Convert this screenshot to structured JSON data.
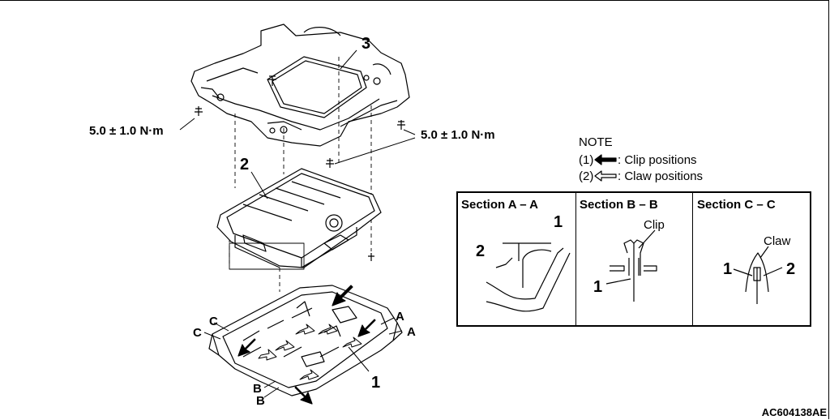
{
  "torque": {
    "left": "5.0 ± 1.0 N·m",
    "right": "5.0 ± 1.0 N·m"
  },
  "parts": {
    "p1": "1",
    "p2": "2",
    "p3": "3"
  },
  "section_marks": {
    "a1": "A",
    "a2": "A",
    "b1": "B",
    "b2": "B",
    "c1": "C",
    "c2": "C"
  },
  "note": {
    "title": "NOTE",
    "items": [
      {
        "num": "(1)",
        "icon": "solid-arrow-icon",
        "text": ": Clip positions"
      },
      {
        "num": "(2)",
        "icon": "outline-arrow-icon",
        "text": ": Claw positions"
      }
    ]
  },
  "sections": [
    {
      "title": "Section A – A",
      "labels": [
        "1",
        "2"
      ]
    },
    {
      "title": "Section B – B",
      "labels": [
        "Clip",
        "1"
      ]
    },
    {
      "title": "Section C – C",
      "labels": [
        "Claw",
        "1",
        "2"
      ]
    }
  ],
  "figure_code": "AC604138AE"
}
